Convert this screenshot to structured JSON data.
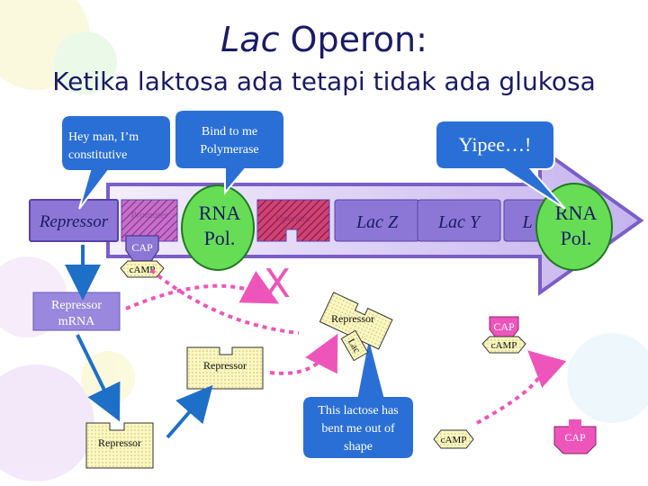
{
  "title": {
    "line1_italic": "Lac",
    "line1_rest": " Operon:",
    "line2": "Ketika laktosa ada tetapi tidak ada glukosa"
  },
  "bubbles": {
    "constitutive": "Hey man, I’m constitutive",
    "bind_polymerase": "Bind to me Polymerase",
    "yipee": "Yipee…!",
    "lactose_bent": "This lactose has bent me out of shape"
  },
  "dna": {
    "repressor_gene": "Repressor",
    "lac_z": "Lac Z",
    "lac_y": "Lac Y",
    "lac_a": "L",
    "operator_label": "Operator",
    "promoter_label": "Promoter"
  },
  "rna_pol": {
    "left_line1": "RNA",
    "left_line2": "Pol.",
    "right_line1": "RNA",
    "right_line2": "Pol."
  },
  "cap": {
    "cap_on_dna": "CAP",
    "cap_bound": "CAP",
    "cap_free": "CAP"
  },
  "camp": {
    "camp_on_dna": "cAMP",
    "camp_bound": "cAMP",
    "camp_free": "cAMP"
  },
  "repressor": {
    "mrna_line1": "Repressor",
    "mrna_line2": "mRNA",
    "protein_mid": "Repressor",
    "protein_bottom": "Repressor",
    "inactive": "Repressor",
    "lactose": "Lac"
  },
  "block_mark": "X",
  "colors": {
    "title": "#1a1a66",
    "dna_arrow": "#7b5ec7",
    "dna_shaft": "#c9b8f0",
    "gene_box": "#8d77d6",
    "rna_pol": "#66dd55",
    "bubble": "#2a6fd6",
    "repressor_yellow": "#faf4b0",
    "cap_pink": "#ee55bb",
    "mrna_fill": "#9988dd",
    "arrow_blue": "#1e6fc8"
  }
}
